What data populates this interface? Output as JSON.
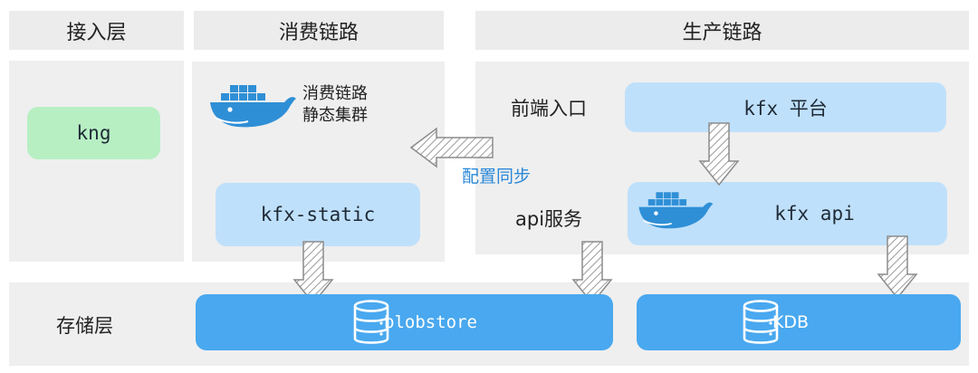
{
  "headers": {
    "access": "接入层",
    "consume": "消费链路",
    "produce": "生产链路"
  },
  "access": {
    "kng": "kng"
  },
  "consume": {
    "cluster_label_line1": "消费链路",
    "cluster_label_line2": "静态集群",
    "kfx_static": "kfx-static"
  },
  "sync_label": "配置同步",
  "produce": {
    "frontend_label": "前端入口",
    "platform": "kfx 平台",
    "api_service_label": "api服务",
    "kfx_api": "kfx api"
  },
  "storage": {
    "label": "存储层",
    "blobstore": "blobstore",
    "kdb": "KDB"
  },
  "colors": {
    "header_bg": "#ececec",
    "panel_bg": "#efefef",
    "light_blue": "#bfe0fb",
    "strong_blue": "#49a8ef",
    "green": "#b7efc3",
    "docker_blue": "#2f8fd6"
  },
  "icons": [
    "docker-whale-icon",
    "database-icon",
    "hatched-arrow-icon"
  ]
}
